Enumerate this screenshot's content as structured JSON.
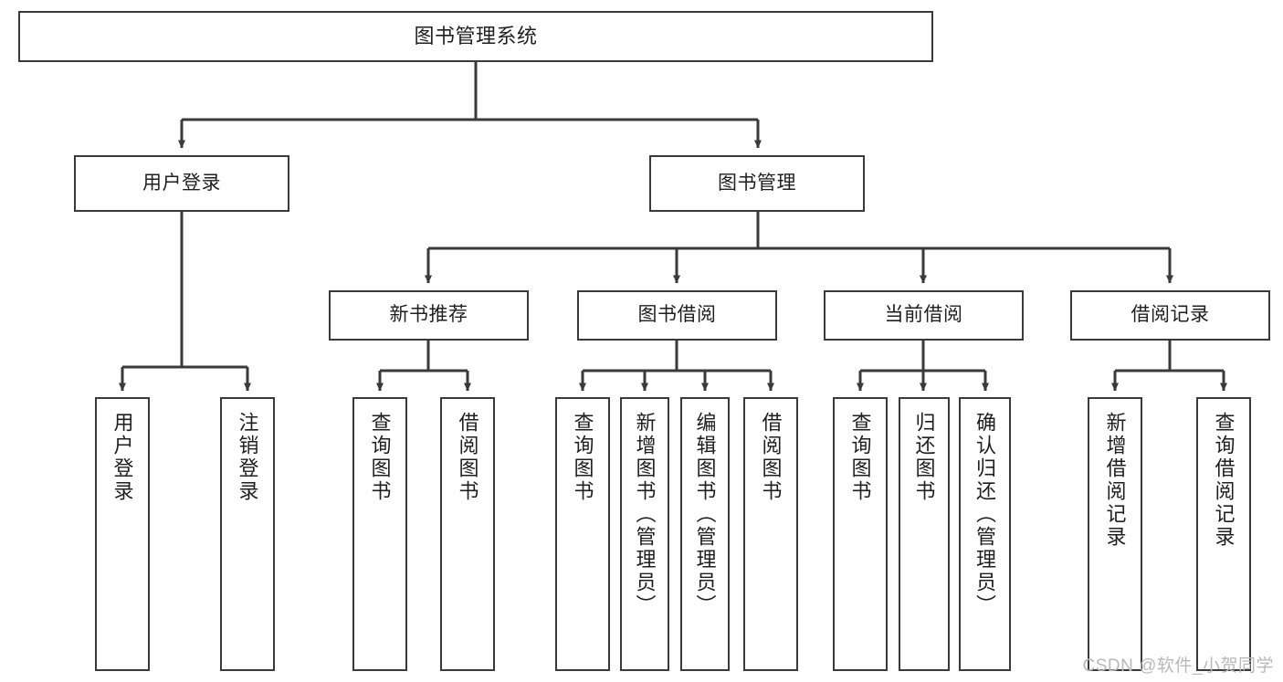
{
  "diagram": {
    "title": "图书管理系统",
    "watermark": "CSDN @软件_小贺同学",
    "line_color": "#3a3a3a",
    "box_border_color": "#3a3a3a",
    "background_color": "#ffffff",
    "text_color": "#1f1f1f",
    "root": {
      "label": "图书管理系统"
    },
    "level2": [
      {
        "label": "用户登录"
      },
      {
        "label": "图书管理"
      }
    ],
    "level3": [
      {
        "label": "新书推荐"
      },
      {
        "label": "图书借阅"
      },
      {
        "label": "当前借阅"
      },
      {
        "label": "借阅记录"
      }
    ],
    "leaves": [
      {
        "label": "用户登录"
      },
      {
        "label": "注销登录"
      },
      {
        "label": "查询图书"
      },
      {
        "label": "借阅图书"
      },
      {
        "label": "查询图书"
      },
      {
        "label": "新增图书（管理员）"
      },
      {
        "label": "编辑图书（管理员）"
      },
      {
        "label": "借阅图书"
      },
      {
        "label": "查询图书"
      },
      {
        "label": "归还图书"
      },
      {
        "label": "确认归还（管理员）"
      },
      {
        "label": "新增借阅记录"
      },
      {
        "label": "查询借阅记录"
      }
    ]
  }
}
